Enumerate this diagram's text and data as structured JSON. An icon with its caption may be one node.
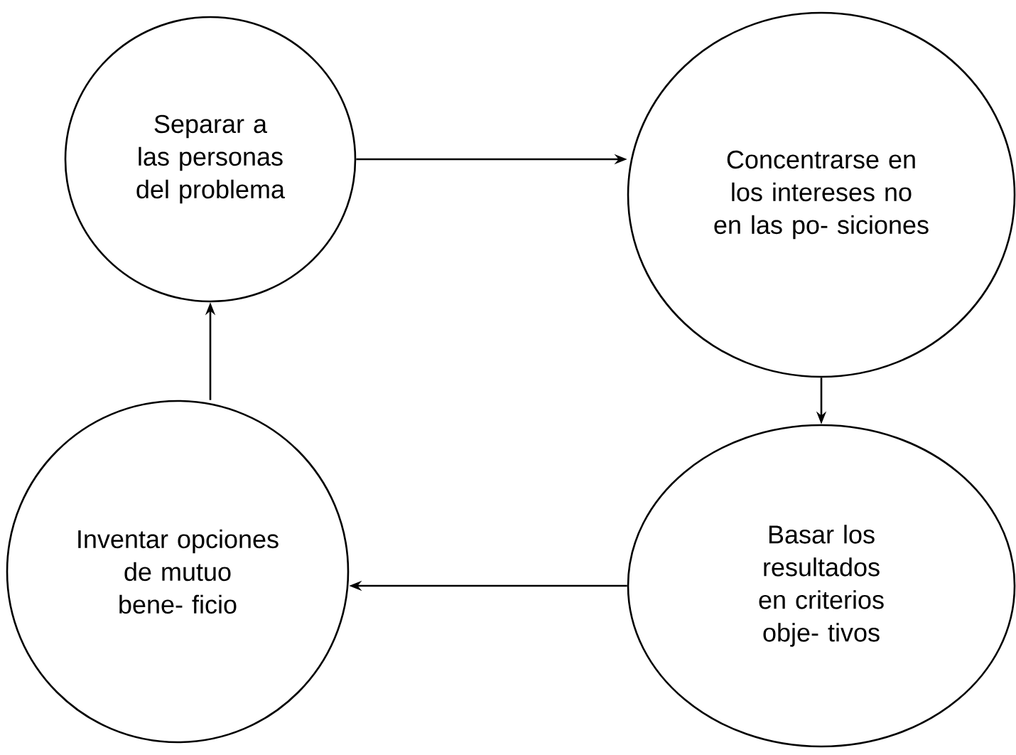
{
  "diagram": {
    "nodes": [
      {
        "text": [
          "Separar a las personas del problema"
        ]
      },
      {
        "text": [
          "Concentrarse en los intereses no en las po- siciones"
        ]
      },
      {
        "text": [
          "Basar los resultados en criterios obje- tivos"
        ]
      },
      {
        "text": [
          "Inventar opciones de mutuo bene- ficio"
        ]
      }
    ],
    "edges": [
      {
        "from": 0,
        "to": 1,
        "arrow": "to"
      },
      {
        "from": 1,
        "to": 2,
        "arrow": "to"
      },
      {
        "from": 2,
        "to": 3,
        "arrow": "to"
      },
      {
        "from": 3,
        "to": 0,
        "arrow": "to"
      }
    ]
  }
}
